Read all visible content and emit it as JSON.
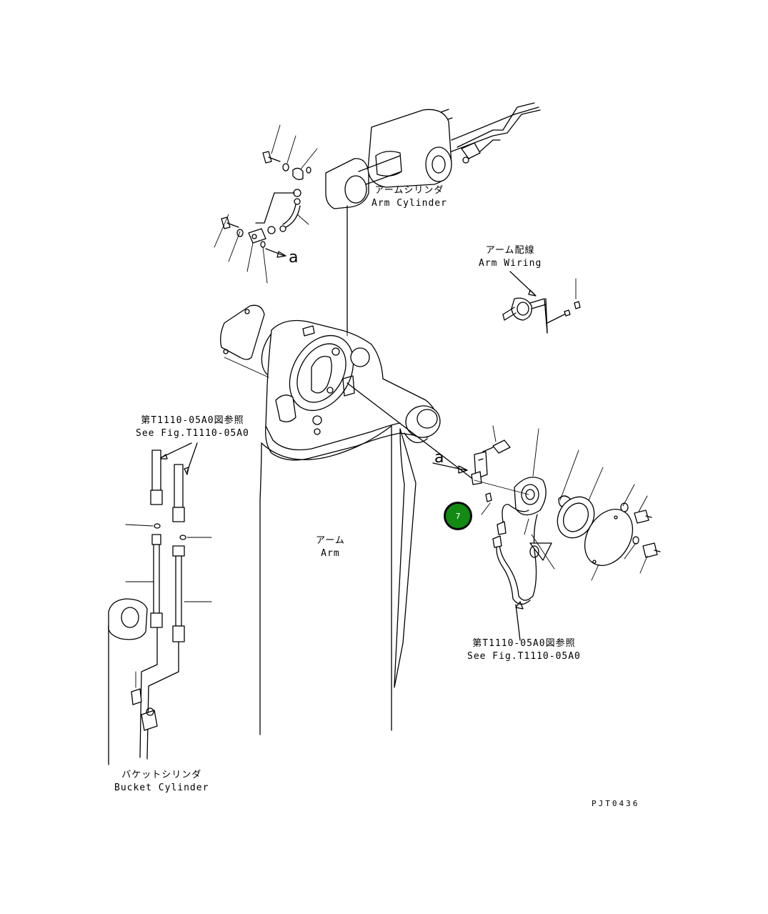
{
  "labels": {
    "arm_cylinder_jp": "アームシリンダ",
    "arm_cylinder_en": "Arm Cylinder",
    "arm_wiring_jp": "アーム配線",
    "arm_wiring_en": "Arm Wiring",
    "see_fig_left_jp": "第T1110-05A0図参照",
    "see_fig_left_en": "See Fig.T1110-05A0",
    "arm_jp": "アーム",
    "arm_en": "Arm",
    "see_fig_right_jp": "第T1110-05A0図参照",
    "see_fig_right_en": "See Fig.T1110-05A0",
    "bucket_cylinder_jp": "バケットシリンダ",
    "bucket_cylinder_en": "Bucket Cylinder"
  },
  "reference_marks": [
    "a",
    "a"
  ],
  "callout": {
    "number": "7",
    "color": "#138a13"
  },
  "drawing_code": "PJT0436"
}
